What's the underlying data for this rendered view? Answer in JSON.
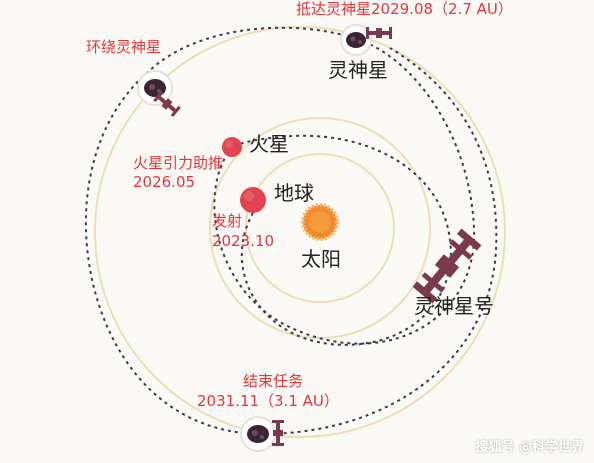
{
  "labels": {
    "arrival": "抵达灵神星2029.08（2.7 AU）",
    "psyche_top": "灵神星",
    "orbit_psyche": "环绕灵神星",
    "mars": "火星",
    "mars_assist_line1": "火星引力助推",
    "mars_assist_line2": "2026.05",
    "earth": "地球",
    "launch_line1": "发射",
    "launch_line2": "2023.10",
    "sun": "太阳",
    "spacecraft": "灵神星号",
    "end_line1": "结束任务",
    "end_line2": "2031.11（3.1 AU）"
  },
  "watermark": "搜狐号 @科学世界",
  "colors": {
    "background": "#fbf9f5",
    "orbit_solid": "#efdcb3",
    "trajectory_dashed": "#3a3a4a",
    "label_red": "#e2363b",
    "sun": "#f08a2c",
    "planet": "#e0454f",
    "spacecraft": "#7a3a4e",
    "asteroid": "#3b2535"
  },
  "icons": [
    "sun-icon",
    "earth-icon",
    "mars-icon",
    "asteroid-icon",
    "spacecraft-icon"
  ]
}
